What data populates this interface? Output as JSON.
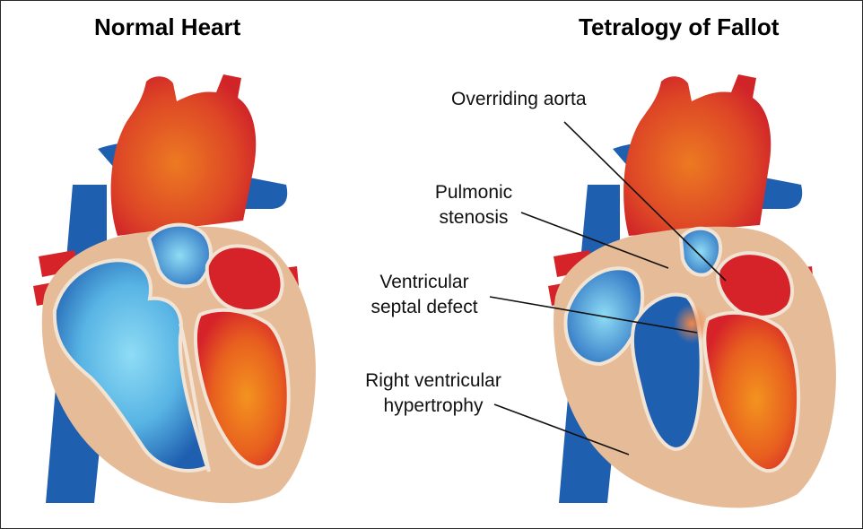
{
  "titles": {
    "normal": "Normal Heart",
    "tof": "Tetralogy of Fallot"
  },
  "labels": {
    "overriding_aorta": "Overriding aorta",
    "pulmonic_stenosis": [
      "Pulmonic",
      "stenosis"
    ],
    "vsd": [
      "Ventricular",
      "septal defect"
    ],
    "rvh": [
      "Right ventricular",
      "hypertrophy"
    ]
  },
  "colors": {
    "oxygenated_red": "#d6232a",
    "deoxygenated_blue": "#1f5fb0",
    "chamber_light_blue": "#7fd0f0",
    "myocardium_tan": "#e6bc98",
    "orange_core": "#f08a1e",
    "outline": "#f2e4d4"
  }
}
